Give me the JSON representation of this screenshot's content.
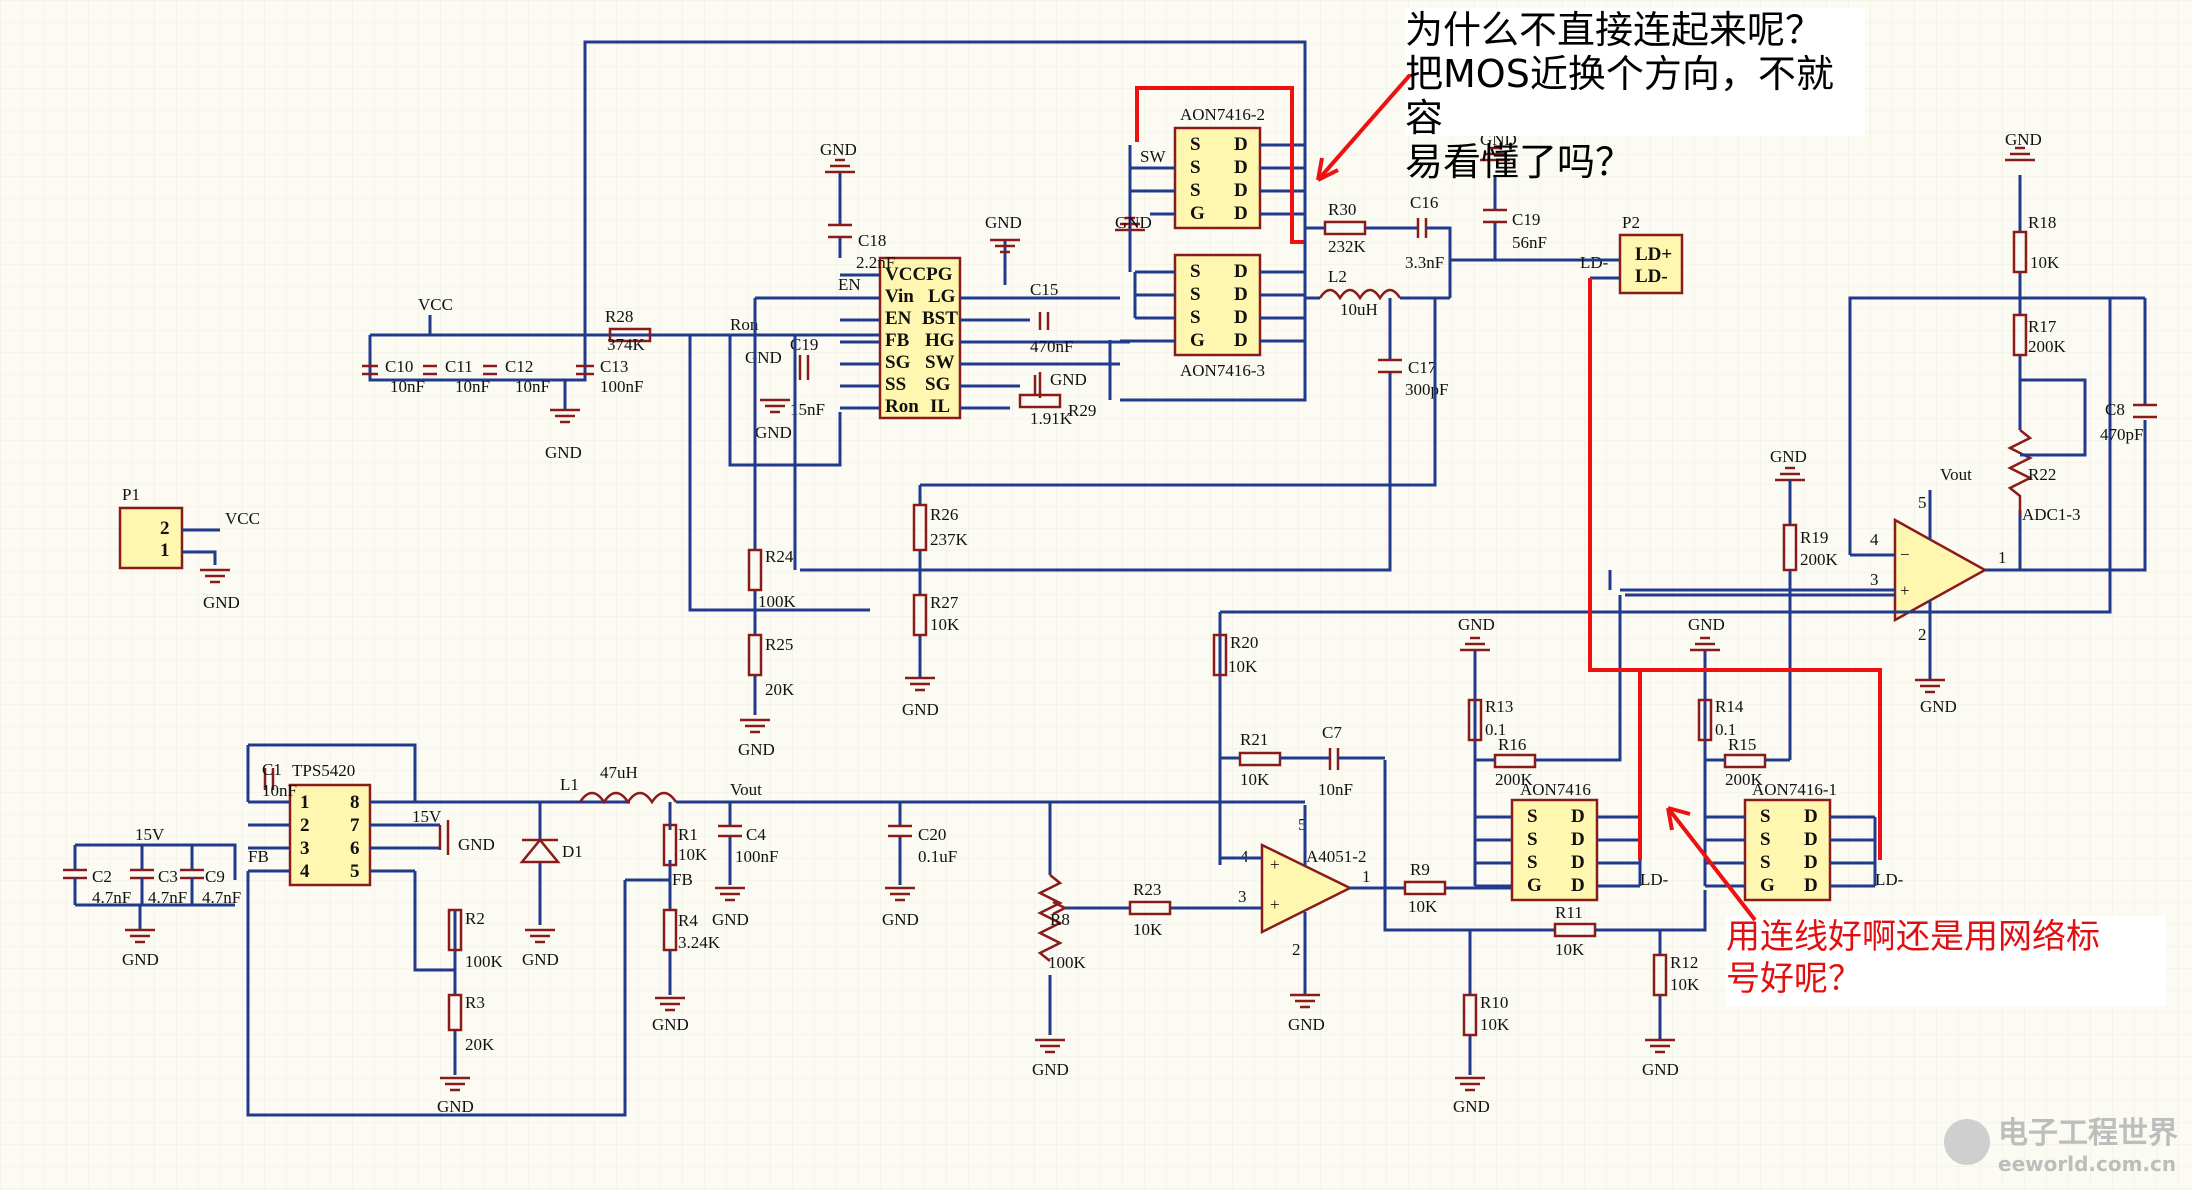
{
  "notes": {
    "top": [
      "为什么不直接连起来呢？",
      "把MOS近换个方向，不就容",
      "易看懂了吗？"
    ],
    "bottom": [
      "用连线好啊还是用网络标",
      "号好呢？"
    ]
  },
  "watermark": {
    "cn": "电子工程世界",
    "en": "eeworld.com.cn"
  },
  "nets": {
    "gnd": "GND",
    "vcc": "VCC",
    "vout": "Vout",
    "fb": "FB",
    "en": "EN",
    "ron": "Ron",
    "sw": "SW",
    "ld_minus": "LD-",
    "ld_plus": "LD+",
    "v15": "15V"
  },
  "ic_pins": {
    "u_main_left": [
      "VCCPG",
      "Vin",
      "EN",
      "FB",
      "SG",
      "SS",
      "Ron"
    ],
    "u_main_right": [
      "LG",
      "BST",
      "HG",
      "SW",
      "SG",
      "IL"
    ],
    "tps_left": [
      "1",
      "2",
      "3",
      "4"
    ],
    "tps_right": [
      "8",
      "7",
      "6",
      "5"
    ],
    "mos_left": [
      "S",
      "S",
      "S",
      "G"
    ],
    "mos_right": [
      "D",
      "D",
      "D",
      "D"
    ],
    "p1": [
      "2",
      "1"
    ],
    "opamp_pins": [
      "4",
      "3",
      "1",
      "5",
      "2"
    ]
  },
  "parts": {
    "c18": [
      "C18",
      "2.2nF"
    ],
    "c15": [
      "C15",
      "470nF"
    ],
    "c19s": [
      "C19",
      "15nF"
    ],
    "r28": [
      "R28",
      "374K"
    ],
    "r29": [
      "R29",
      "1.91K"
    ],
    "r30": [
      "R30",
      "232K"
    ],
    "c16": [
      "C16",
      "3.3nF"
    ],
    "c19": [
      "C19",
      "56nF"
    ],
    "l2": [
      "L2",
      "10uH"
    ],
    "c17": [
      "C17",
      "300pF"
    ],
    "c10": [
      "C10",
      "10nF"
    ],
    "c11": [
      "C11",
      "10nF"
    ],
    "c12": [
      "C12",
      "10nF"
    ],
    "c13": [
      "C13",
      "100nF"
    ],
    "r26": [
      "R26",
      "237K"
    ],
    "r27": [
      "R27",
      "10K"
    ],
    "r24": [
      "R24",
      "100K"
    ],
    "r25": [
      "R25",
      "20K"
    ],
    "p2": [
      "P2"
    ],
    "q2": [
      "AON7416-2"
    ],
    "q3": [
      "AON7416-3"
    ],
    "p1": [
      "P1"
    ],
    "r18": [
      "R18",
      "10K"
    ],
    "r17": [
      "R17",
      "200K"
    ],
    "r22": [
      "R22",
      "ADC1-3"
    ],
    "c8": [
      "C8",
      "470pF"
    ],
    "r19": [
      "R19",
      "200K"
    ],
    "r20": [
      "R20",
      "10K"
    ],
    "r21": [
      "R21",
      "10K"
    ],
    "c7": [
      "C7",
      "10nF"
    ],
    "r13": [
      "R13",
      "0.1"
    ],
    "r16": [
      "R16",
      "200K"
    ],
    "r14": [
      "R14",
      "0.1"
    ],
    "r15": [
      "R15",
      "200K"
    ],
    "q0": [
      "AON7416"
    ],
    "q1": [
      "AON7416-1"
    ],
    "r9": [
      "R9",
      "10K"
    ],
    "r11": [
      "R11",
      "10K"
    ],
    "r12": [
      "R12",
      "10K"
    ],
    "r10": [
      "R10",
      "10K"
    ],
    "r23": [
      "R23",
      "10K"
    ],
    "r8": [
      "R8",
      "100K"
    ],
    "c1": [
      "C1",
      "10nF"
    ],
    "tps": [
      "TPS5420"
    ],
    "c2": [
      "C2",
      "4.7nF"
    ],
    "c3": [
      "C3",
      "4.7nF"
    ],
    "c9": [
      "C9",
      "4.7nF"
    ],
    "r2": [
      "R2",
      "100K"
    ],
    "r3": [
      "R3",
      "20K"
    ],
    "l1": [
      "L1",
      "47uH"
    ],
    "d1": [
      "D1"
    ],
    "r1": [
      "R1",
      "10K"
    ],
    "c4": [
      "C4",
      "100nF"
    ],
    "r4": [
      "R4",
      "3.24K"
    ],
    "c20": [
      "C20",
      "0.1uF"
    ],
    "a1": [
      "A4051-2"
    ]
  },
  "colors": {
    "wire": "#223a8c",
    "component": "#8a1b1b",
    "body": "#fff6b0",
    "highlight": "#ee1111",
    "background": "#fbfbf3"
  }
}
